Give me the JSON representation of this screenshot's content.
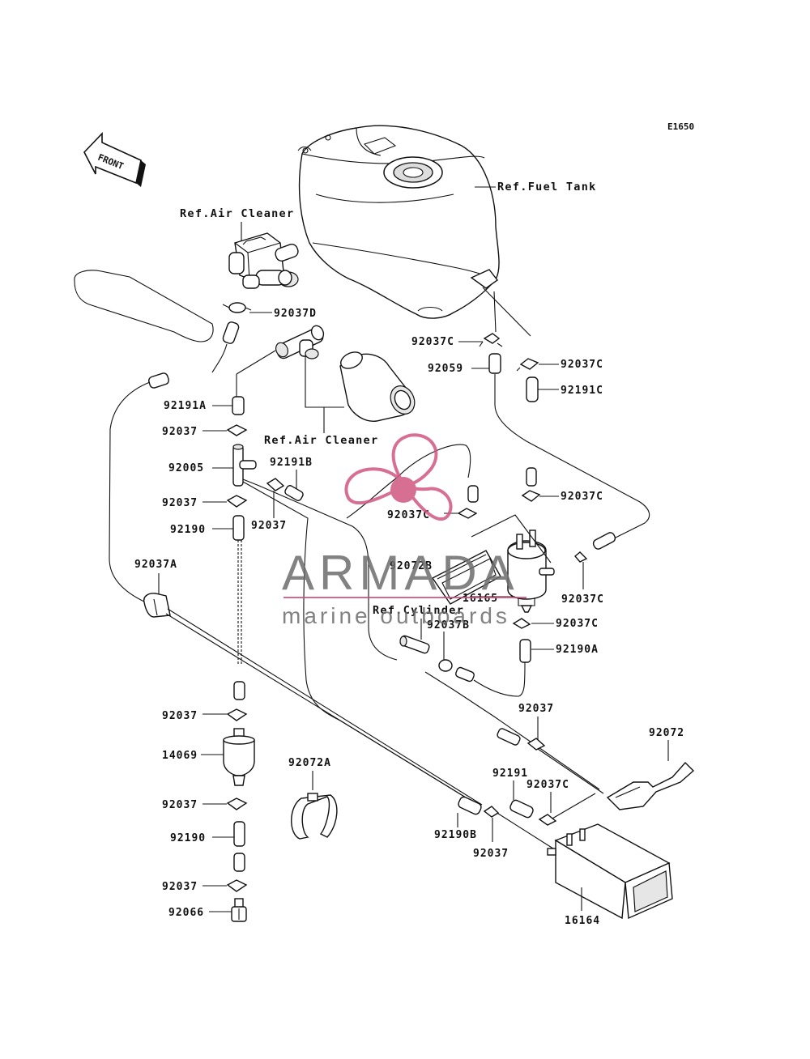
{
  "diagram": {
    "code": "E1650",
    "front_label": "FRONT",
    "refs": {
      "fuel_tank": "Ref.Fuel Tank",
      "air_cleaner_top": "Ref.Air Cleaner",
      "air_cleaner_mid": "Ref.Air Cleaner",
      "cylinder": "Ref.Cylinder"
    },
    "parts": {
      "p92037D": "92037D",
      "p92037C_tank": "92037C",
      "p92059": "92059",
      "p92037C_r1": "92037C",
      "p92191C": "92191C",
      "p92191A": "92191A",
      "p92037_1": "92037",
      "p92005": "92005",
      "p92191B": "92191B",
      "p92037_2": "92037",
      "p92037_3": "92037",
      "p92190": "92190",
      "p92037C_mid": "92037C",
      "p92037C_r2": "92037C",
      "p92037A": "92037A",
      "p92072B": "92072B",
      "p16165": "16165",
      "p92037C_r3": "92037C",
      "p92037B": "92037B",
      "p92037C_r4": "92037C",
      "p92190A": "92190A",
      "p92037_4": "92037",
      "p92037_5": "92037",
      "p14069": "14069",
      "p92072A": "92072A",
      "p92072": "92072",
      "p92191": "92191",
      "p92037C_r5": "92037C",
      "p92037_6": "92037",
      "p92190_2": "92190",
      "p92190B": "92190B",
      "p92037_7": "92037",
      "p92037_8": "92037",
      "p92066": "92066",
      "p16164": "16164"
    }
  },
  "watermark": {
    "brand": "ARMADA",
    "tagline": "marine outboards",
    "colors": {
      "logo": "#d1577f",
      "text": "#6d6d6d",
      "rule": "#cd4f77"
    }
  }
}
